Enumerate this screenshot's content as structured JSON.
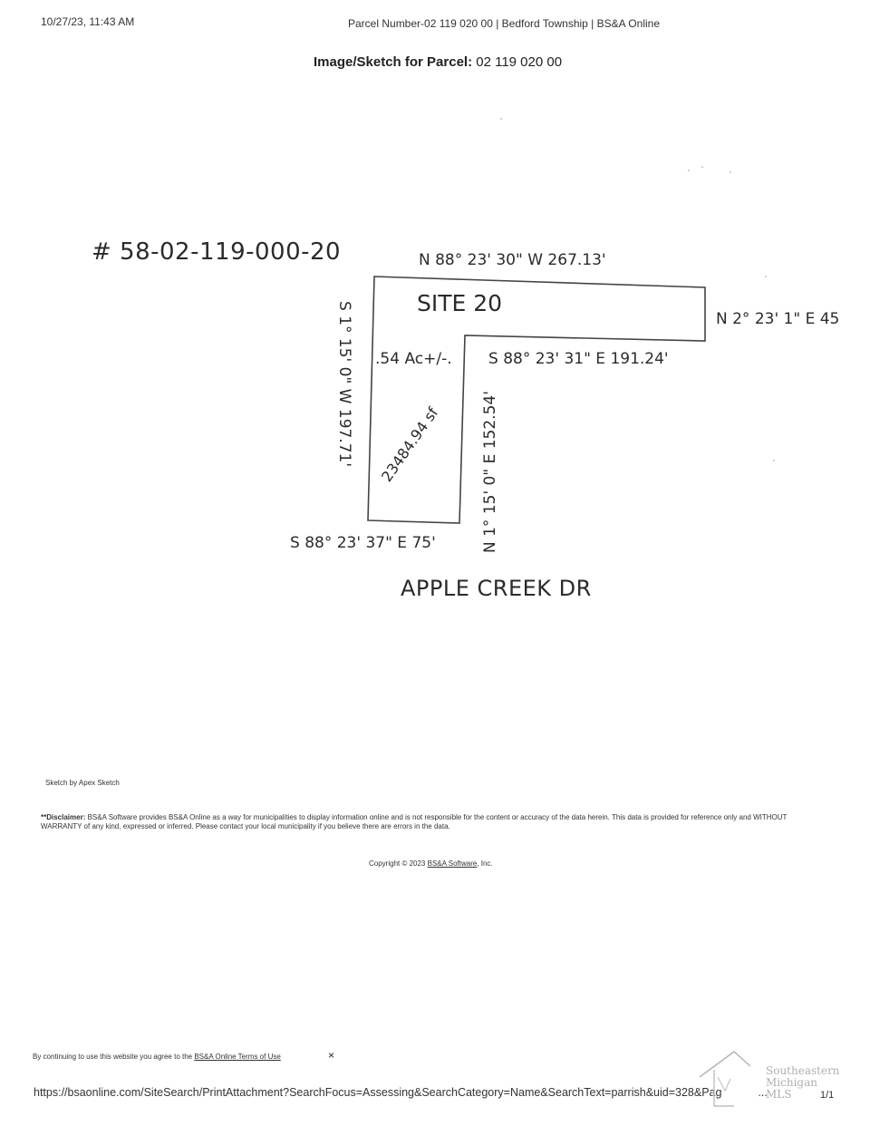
{
  "header": {
    "timestamp": "10/27/23, 11:43 AM",
    "page_title": "Parcel Number-02 119 020 00 | Bedford Township | BS&A Online"
  },
  "heading": {
    "label": "Image/Sketch for Parcel:",
    "parcel": "02 119 020 00"
  },
  "sketch": {
    "parcel_id": "# 58-02-119-000-20",
    "top_bearing": "N 88° 23' 30\" W  267.13'",
    "site_label": "SITE 20",
    "right_bearing": "N 2° 23' 1\" E  45",
    "left_bearing": "S 1° 15' 0\" W  197.71'",
    "acreage": ".54 Ac+/-.",
    "inner_top_bearing": "S 88° 23' 31\" E  191.24'",
    "area": "23484.94 sf",
    "inner_right_bearing": "N 1° 15' 0\" E  152.54'",
    "bottom_bearing": "S 88° 23' 37\" E  75'",
    "street": "APPLE CREEK DR"
  },
  "footer": {
    "sketch_credit": "Sketch by Apex Sketch",
    "disclaimer_label": "**Disclaimer:",
    "disclaimer_text": " BS&A Software provides BS&A Online as a way for municipalities to display information online and is not responsible for the content or accuracy of the data herein. This data is provided for reference only and WITHOUT WARRANTY of any kind, expressed or inferred. Please contact your local municipality if you believe there are errors in the data.",
    "copyright_prefix": "Copyright © 2023 ",
    "copyright_link": "BS&A Software",
    "copyright_suffix": ", Inc.",
    "terms_prefix": "By continuing to use this website you agree to the ",
    "terms_link": "BS&A Online Terms of Use",
    "close_glyph": "×",
    "url": "https://bsaonline.com/SiteSearch/PrintAttachment?SearchFocus=Assessing&SearchCategory=Name&SearchText=parrish&uid=328&Pag",
    "url_tail": "...",
    "page_count": "1/1"
  },
  "watermark": {
    "line1": "Southeastern",
    "line2": "Michigan",
    "line3": "MLS"
  }
}
